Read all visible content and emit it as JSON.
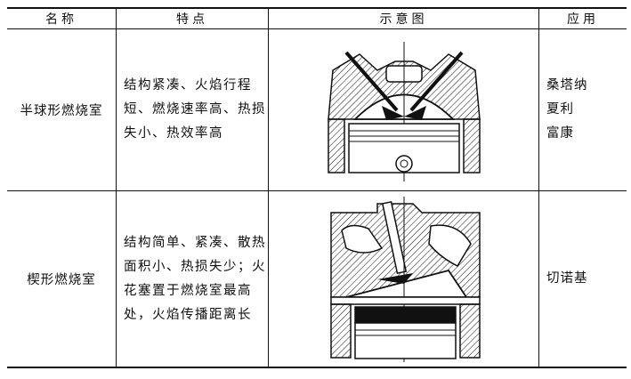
{
  "table": {
    "headers": [
      "名称",
      "特点",
      "示意图",
      "应用"
    ],
    "rows": [
      {
        "name": "半球形燃烧室",
        "features": [
          "结构紧凑、火焰行程",
          "短、燃烧速率高、热损",
          "失小、热效率高"
        ],
        "diagram_icon": "hemispherical-combustion-chamber-diagram",
        "applications": [
          "桑塔纳",
          "夏利",
          "富康"
        ]
      },
      {
        "name": "楔形燃烧室",
        "features": [
          "结构简单、紧凑、散热",
          "面积小、热损失少；火",
          "花塞置于燃烧室最高",
          "处，火焰传播距离长"
        ],
        "diagram_icon": "wedge-combustion-chamber-diagram",
        "applications": [
          "切诺基"
        ]
      }
    ]
  }
}
